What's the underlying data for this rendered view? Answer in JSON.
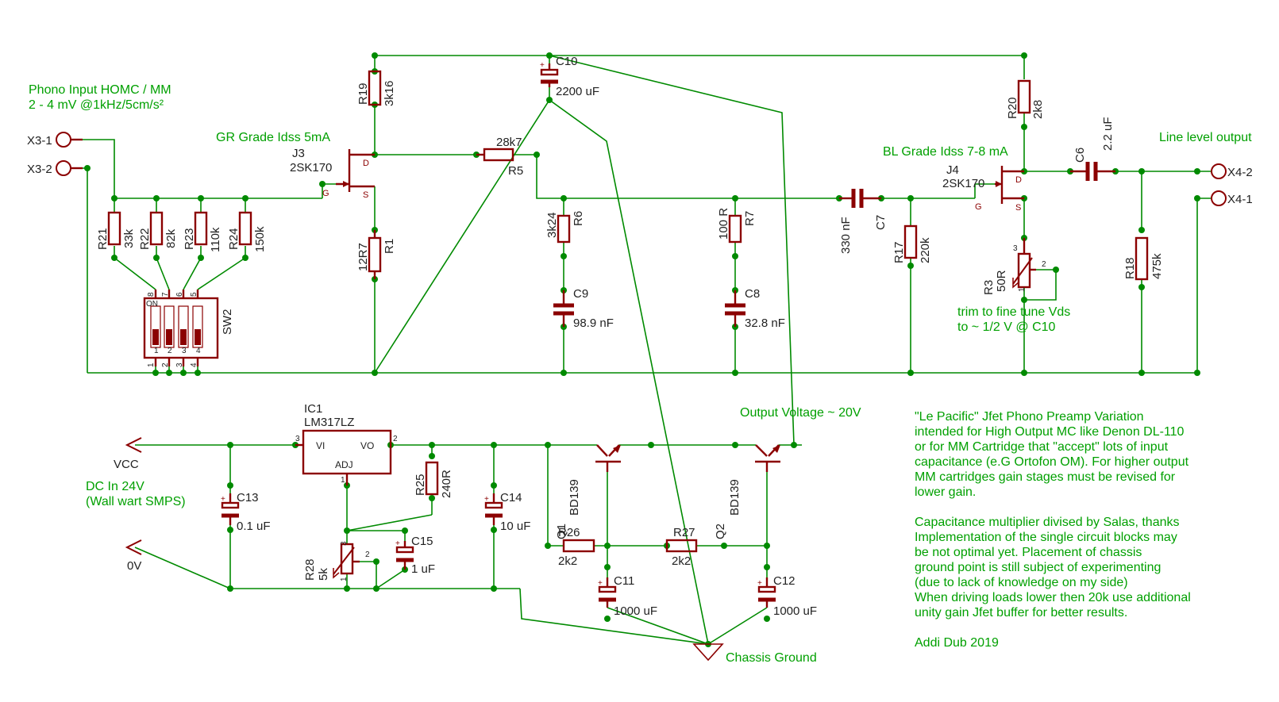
{
  "notes": {
    "phono_input_1": "Phono Input HOMC / MM",
    "phono_input_2": "2 - 4 mV @1kHz/5cm/s²",
    "gr_grade": "GR Grade Idss 5mA",
    "bl_grade": "BL Grade Idss 7-8 mA",
    "line_level": "Line level output",
    "trim_1": "trim to fine tune Vds",
    "trim_2": "to ~ 1/2 V @ C10",
    "output_voltage": "Output Voltage ~ 20V",
    "dc_in_1": "DC In 24V",
    "dc_in_2": "(Wall wart SMPS)",
    "chassis_ground": "Chassis Ground",
    "desc": [
      "\"Le Pacific\" Jfet Phono Preamp Variation",
      "intended for High Output MC like Denon DL-110",
      "or for MM Cartridge that \"accept\" lots of input",
      "capacitance (e.G Ortofon OM). For higher output",
      "MM cartridges gain stages must be revised for",
      "lower gain.",
      "",
      "Capacitance multiplier divised by Salas, thanks",
      "Implementation of the single circuit blocks may",
      "be not optimal yet. Placement of chassis",
      "ground point is still subject of experimenting",
      "(due to lack of knowledge on my side)",
      "When driving loads lower then 20k use additional",
      "unity gain Jfet buffer for better results.",
      "",
      "Addi Dub 2019"
    ]
  },
  "connectors": {
    "x3_1": "X3-1",
    "x3_2": "X3-2",
    "x4_1": "X4-1",
    "x4_2": "X4-2",
    "vcc": "VCC",
    "gnd": "0V"
  },
  "parts": {
    "r19": {
      "name": "R19",
      "value": "3k16"
    },
    "r1": {
      "name": "R1",
      "value": "12R7"
    },
    "r5": {
      "name": "R5",
      "value": "28k7"
    },
    "r6": {
      "name": "R6",
      "value": "3k24"
    },
    "r7": {
      "name": "R7",
      "value": "100 R"
    },
    "r17": {
      "name": "R17",
      "value": "220k"
    },
    "r20": {
      "name": "R20",
      "value": "2k8"
    },
    "r18": {
      "name": "R18",
      "value": "475k"
    },
    "r3": {
      "name": "R3",
      "value": "50R"
    },
    "r21": {
      "name": "R21",
      "value": "33k"
    },
    "r22": {
      "name": "R22",
      "value": "82k"
    },
    "r23": {
      "name": "R23",
      "value": "110k"
    },
    "r24": {
      "name": "R24",
      "value": "150k"
    },
    "r25": {
      "name": "R25",
      "value": "240R"
    },
    "r26": {
      "name": "R26",
      "value": "2k2"
    },
    "r27": {
      "name": "R27",
      "value": "2k2"
    },
    "r28": {
      "name": "R28",
      "value": "5k"
    },
    "c10": {
      "name": "C10",
      "value": "2200 uF"
    },
    "c9": {
      "name": "C9",
      "value": "98.9 nF"
    },
    "c8": {
      "name": "C8",
      "value": "32.8 nF"
    },
    "c7": {
      "name": "C7",
      "value": "330 nF"
    },
    "c6": {
      "name": "C6",
      "value": "2.2 uF"
    },
    "c13": {
      "name": "C13",
      "value": "0.1 uF"
    },
    "c14": {
      "name": "C14",
      "value": "10 uF"
    },
    "c15": {
      "name": "C15",
      "value": "1 uF"
    },
    "c11": {
      "name": "C11",
      "value": "1000 uF"
    },
    "c12": {
      "name": "C12",
      "value": "1000 uF"
    },
    "j3": {
      "name": "J3",
      "value": "2SK170"
    },
    "j4": {
      "name": "J4",
      "value": "2SK170"
    },
    "q1": {
      "name": "Q1",
      "value": "BD139"
    },
    "q2": {
      "name": "Q2",
      "value": "BD139"
    },
    "ic1": {
      "name": "IC1",
      "value": "LM317LZ",
      "vi": "VI",
      "vo": "VO",
      "adj": "ADJ"
    },
    "sw2": {
      "name": "SW2",
      "on": "ON"
    }
  },
  "pins": {
    "d": "D",
    "s": "S",
    "g": "G",
    "p1": "1",
    "p2": "2",
    "p3": "3",
    "p4": "4",
    "p5": "5",
    "p6": "6",
    "p7": "7",
    "p8": "8"
  },
  "colors": {
    "wire": "#008a00",
    "symbol": "#8b0000",
    "note_text": "#00a000",
    "label_text": "#222222"
  }
}
